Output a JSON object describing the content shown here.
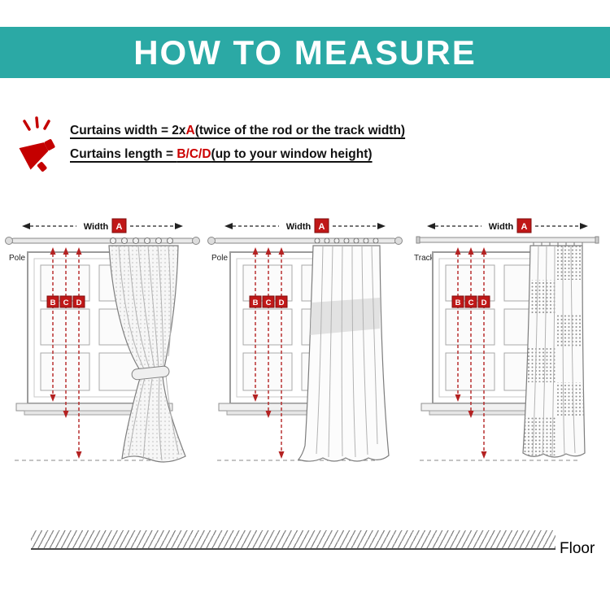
{
  "header": {
    "title": "HOW TO MEASURE"
  },
  "icon": {
    "name": "megaphone-icon"
  },
  "instructions": {
    "line1": {
      "prefix": "Curtains width = 2x",
      "highlight": "A",
      "suffix": "(twice of the rod or the track width)"
    },
    "line2": {
      "prefix": "Curtains length = ",
      "highlight": "B/C/D",
      "suffix": "(up to your window height)"
    }
  },
  "diagrams": [
    {
      "mount_label": "Pole",
      "width_label": "Width",
      "width_letter": "A",
      "letters": [
        "B",
        "C",
        "D"
      ]
    },
    {
      "mount_label": "Pole",
      "width_label": "Width",
      "width_letter": "A",
      "letters": [
        "B",
        "C",
        "D"
      ]
    },
    {
      "mount_label": "Track",
      "width_label": "Width",
      "width_letter": "A",
      "letters": [
        "B",
        "C",
        "D"
      ]
    }
  ],
  "floor": {
    "label": "Floor"
  },
  "colors": {
    "banner_teal": "#2ba9a5",
    "accent_red": "#cc0000",
    "letter_box_red": "#c01818",
    "arrow_red": "#b42222"
  }
}
